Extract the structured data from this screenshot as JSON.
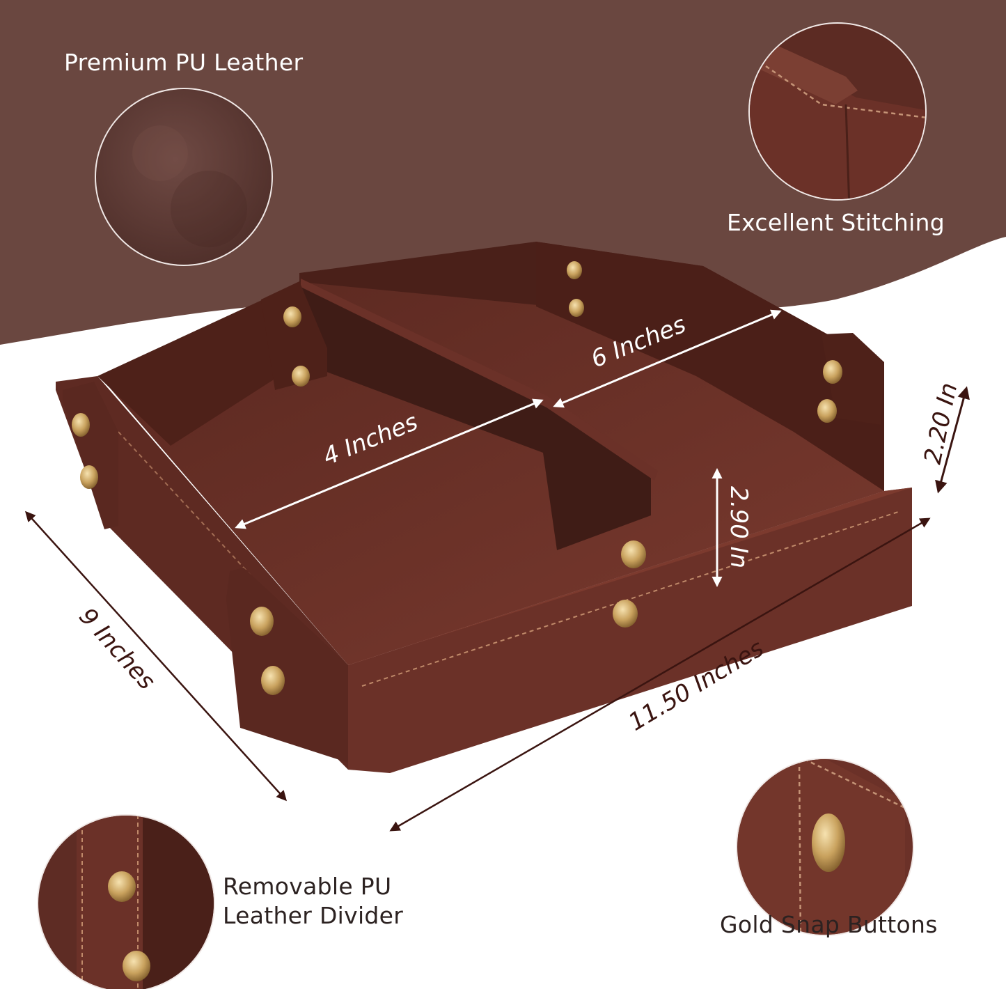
{
  "features": {
    "leather": "Premium PU Leather",
    "stitching": "Excellent Stitching",
    "divider_line1": "Removable PU",
    "divider_line2": "Leather Divider",
    "snap": "Gold Snap Buttons"
  },
  "dimensions": {
    "left_compartment": "4 Inches",
    "right_compartment": "6 Inches",
    "depth": "9 Inches",
    "length": "11.50 Inches",
    "divider_height": "2.90 In",
    "wall_height": "2.20 In"
  },
  "colors": {
    "banner": "#6a4740",
    "leather": "#6b3128",
    "leather_dark": "#3f1c16",
    "gold": "#c9a25e",
    "arrow": "#3a1410"
  }
}
